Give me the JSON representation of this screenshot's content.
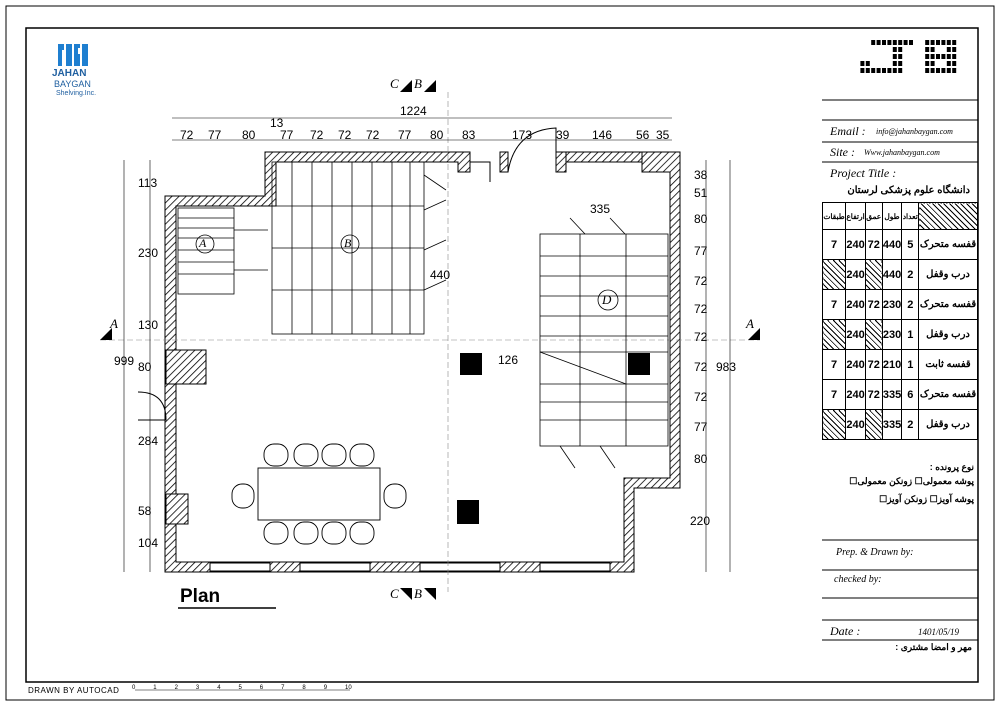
{
  "logo": {
    "line1": "JAHAN",
    "line2": "BAYGAN",
    "line3": "Shelving.Inc."
  },
  "plan": {
    "title": "Plan",
    "total_width": "1224",
    "top_dims": [
      "72",
      "77",
      "80",
      "13",
      "77",
      "72",
      "72",
      "72",
      "77",
      "80",
      "83",
      "173",
      "39",
      "146",
      "56",
      "35"
    ],
    "left_dims": [
      "113",
      "230",
      "130",
      "999",
      "80",
      "284",
      "58",
      "104"
    ],
    "right_dims": [
      "38",
      "51",
      "80",
      "77",
      "72",
      "72",
      "72",
      "72",
      "72",
      "77",
      "80",
      "983",
      "220"
    ],
    "inner_dims": {
      "d_width": "335",
      "b_depth": "440",
      "gap": "126"
    },
    "zones": [
      "A",
      "B",
      "D"
    ],
    "section_marks": {
      "a": "A",
      "b": "B",
      "c": "C"
    }
  },
  "footer": {
    "drawn_by": "DRAWN  BY  AUTOCAD",
    "scale": [
      "0",
      "1",
      "2",
      "3",
      "4",
      "5",
      "6",
      "7",
      "8",
      "9",
      "10"
    ]
  },
  "panel": {
    "email_label": "Email :",
    "email": "info@jahanbaygan.com",
    "site_label": "Site :",
    "site": "Www.jahanbaygan.com",
    "project_label": "Project Title :",
    "project": "دانشگاه علوم پزشکی لرستان",
    "headers": [
      "طبقات",
      "ارتفاع",
      "عمق",
      "طول",
      "تعداد",
      ""
    ],
    "rows": [
      {
        "type": "قفسه متحرک",
        "count": "5",
        "length": "440",
        "depth": "72",
        "height": "240",
        "levels": "7"
      },
      {
        "type": "درب وقفل",
        "count": "2",
        "length": "440",
        "depth": "",
        "height": "240",
        "levels": ""
      },
      {
        "type": "قفسه متحرک",
        "count": "2",
        "length": "230",
        "depth": "72",
        "height": "240",
        "levels": "7"
      },
      {
        "type": "درب وقفل",
        "count": "1",
        "length": "230",
        "depth": "",
        "height": "240",
        "levels": ""
      },
      {
        "type": "قفسه ثابت",
        "count": "1",
        "length": "210",
        "depth": "72",
        "height": "240",
        "levels": "7"
      },
      {
        "type": "قفسه متحرک",
        "count": "6",
        "length": "335",
        "depth": "72",
        "height": "240",
        "levels": "7"
      },
      {
        "type": "درب وقفل",
        "count": "2",
        "length": "335",
        "depth": "",
        "height": "240",
        "levels": ""
      }
    ],
    "folder_type_label": "نوع پرونده :",
    "folder_opt1": "پوشه معمولی",
    "folder_opt2": "زونکن معمولی",
    "folder_opt3": "پوشه آویز",
    "folder_opt4": "زونکن آویز",
    "prep_label": "Prep. & Drawn by:",
    "checked_label": "checked by:",
    "date_label": "Date :",
    "date": "1401/05/19",
    "stamp_label": "مهر و امضا مشتری :"
  }
}
